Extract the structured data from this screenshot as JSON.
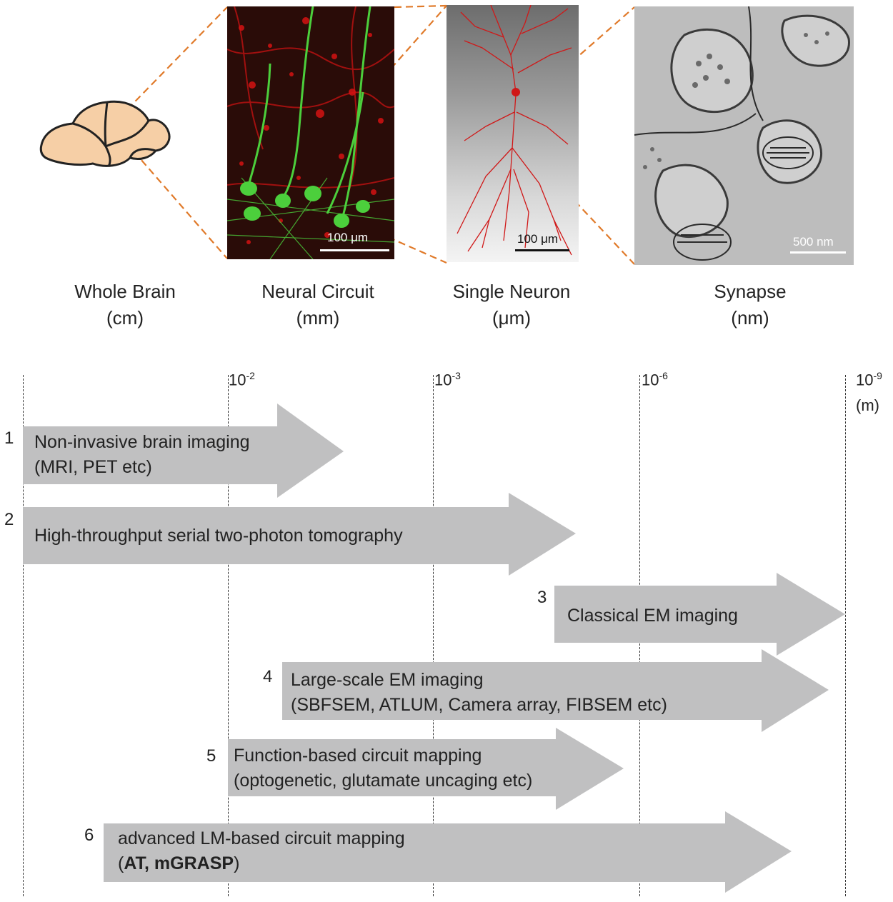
{
  "levels": [
    {
      "name": "Whole Brain",
      "unit": "(cm)"
    },
    {
      "name": "Neural Circuit",
      "unit": "(mm)"
    },
    {
      "name": "Single Neuron",
      "unit": "(μm)"
    },
    {
      "name": "Synapse",
      "unit": "(nm)"
    }
  ],
  "scale_bars": {
    "circuit": "100 μm",
    "neuron": "100 μm",
    "synapse": "500 nm"
  },
  "axis": {
    "ticks": [
      {
        "base": "10",
        "exp": "-2"
      },
      {
        "base": "10",
        "exp": "-3"
      },
      {
        "base": "10",
        "exp": "-6"
      },
      {
        "base": "10",
        "exp": "-9"
      }
    ],
    "unit": "(m)"
  },
  "methods": [
    {
      "num": "1",
      "line1": "Non-invasive brain imaging",
      "line2": "(MRI, PET etc)"
    },
    {
      "num": "2",
      "line1": "High-throughput serial two-photon tomography",
      "line2": ""
    },
    {
      "num": "3",
      "line1": "Classical EM imaging",
      "line2": ""
    },
    {
      "num": "4",
      "line1": "Large-scale EM imaging",
      "line2": "(SBFSEM, ATLUM, Camera array, FIBSEM etc)"
    },
    {
      "num": "5",
      "line1": "Function-based circuit mapping",
      "line2": "(optogenetic, glutamate uncaging etc)"
    },
    {
      "num": "6",
      "line1": "advanced LM-based circuit mapping",
      "line2_pre": "(",
      "line2_bold": "AT, mGRASP",
      "line2_post": ")"
    }
  ],
  "colors": {
    "arrow": "#c0c0c1",
    "zoom_line": "#e07a2a",
    "brain": "#f6cfa6",
    "circuit_red": "#e01010",
    "circuit_green": "#4ccf3c",
    "neuron": "#d01818"
  }
}
